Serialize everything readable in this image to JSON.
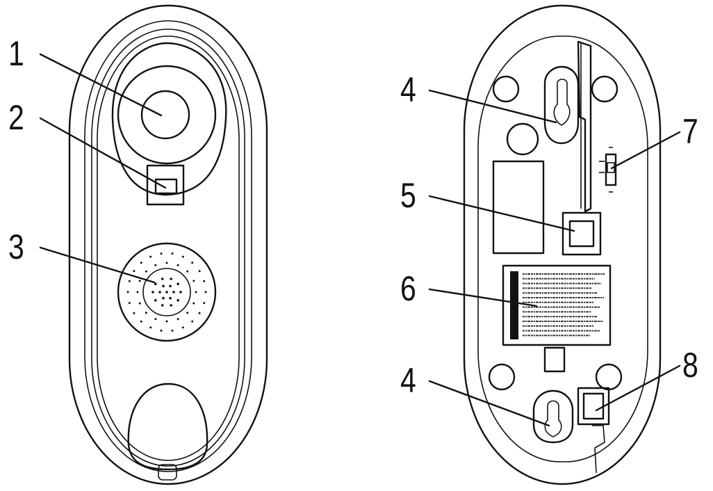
{
  "figure": {
    "colors": {
      "ink": "#111111",
      "paper": "#ffffff",
      "hatch": "#555555"
    },
    "callouts": [
      {
        "id": "c1",
        "label": "1"
      },
      {
        "id": "c2",
        "label": "2"
      },
      {
        "id": "c3",
        "label": "3"
      },
      {
        "id": "c4a",
        "label": "4"
      },
      {
        "id": "c5",
        "label": "5"
      },
      {
        "id": "c6",
        "label": "6"
      },
      {
        "id": "c4b",
        "label": "4"
      },
      {
        "id": "c7",
        "label": "7"
      },
      {
        "id": "c8",
        "label": "8"
      }
    ]
  }
}
